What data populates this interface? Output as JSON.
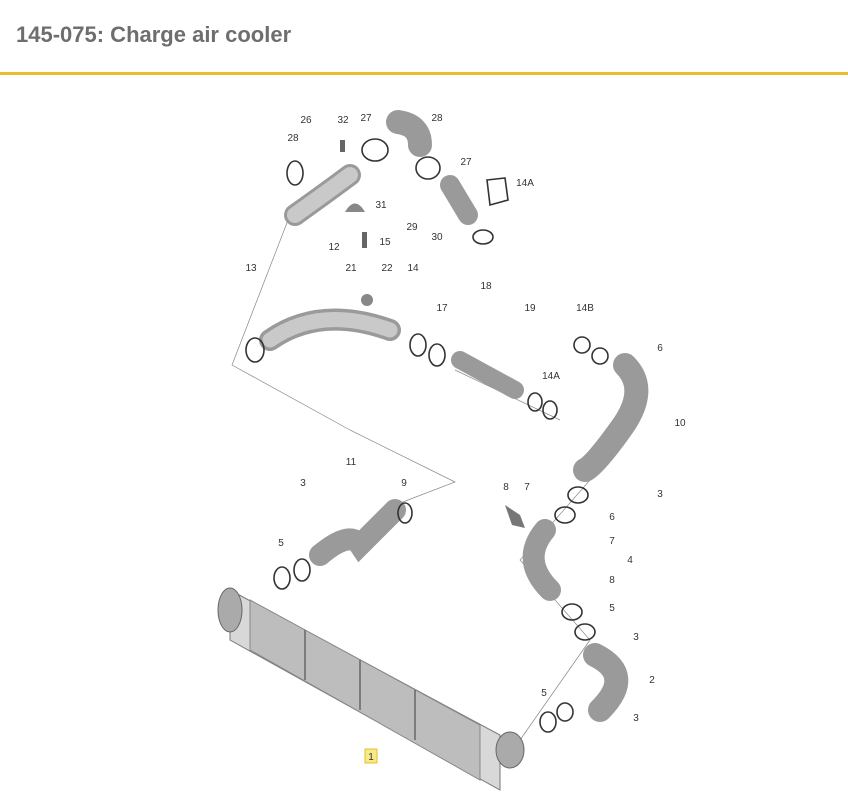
{
  "header": {
    "title": "145-075: Charge air cooler"
  },
  "diagram": {
    "labels": [
      "26",
      "28",
      "32",
      "27",
      "28",
      "27",
      "14A",
      "31",
      "29",
      "30",
      "15",
      "12",
      "13",
      "21",
      "22",
      "14",
      "18",
      "17",
      "19",
      "14B",
      "6",
      "14A",
      "10",
      "11",
      "3",
      "9",
      "8",
      "7",
      "3",
      "6",
      "7",
      "4",
      "8",
      "5",
      "5",
      "3",
      "2",
      "5",
      "3",
      "1"
    ],
    "highlight_color": "#f5e98a",
    "accent": "#e7bf2a"
  }
}
